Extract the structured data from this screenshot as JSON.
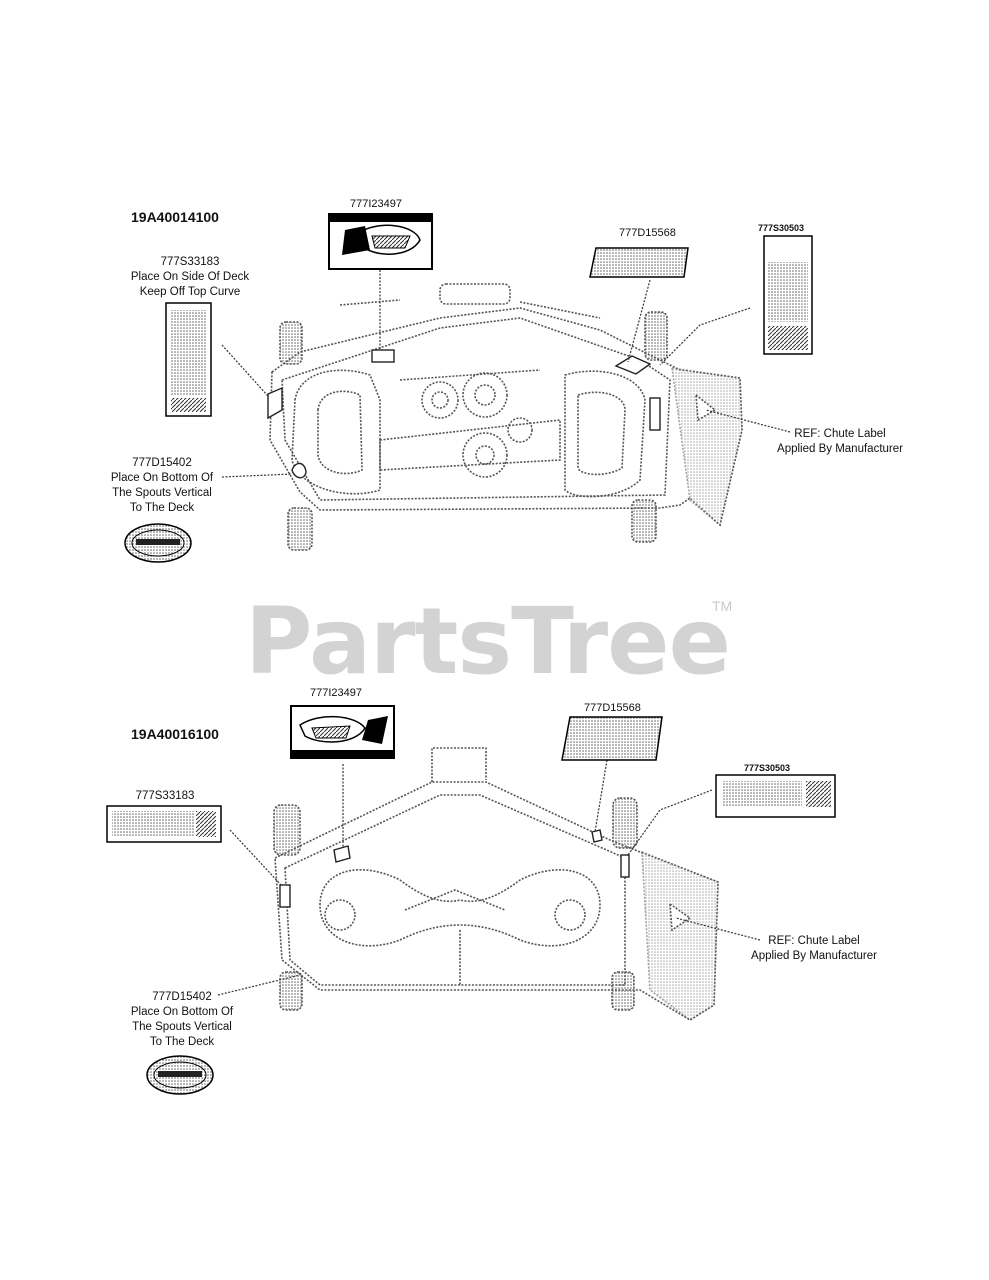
{
  "watermark": {
    "brand": "PartsTree",
    "tm": "TM"
  },
  "diagram_top": {
    "model": "19A40014100",
    "part_center_decal": "777I23497",
    "part_deck_size_decal": "777D15568",
    "part_right_warning": "777S30503",
    "side_decal": {
      "part": "777S33183",
      "line1": "Place On Side Of Deck",
      "line2": "Keep Off Top Curve"
    },
    "spout_decal": {
      "part": "777D15402",
      "line1": "Place On Bottom Of",
      "line2": "The Spouts Vertical",
      "line3": "To The Deck"
    },
    "chute": {
      "line1": "REF: Chute Label",
      "line2": "Applied By Manufacturer"
    }
  },
  "diagram_bottom": {
    "model": "19A40016100",
    "part_center_decal": "777I23497",
    "part_deck_size_decal": "777D15568",
    "part_right_warning": "777S30503",
    "side_decal": {
      "part": "777S33183"
    },
    "spout_decal": {
      "part": "777D15402",
      "line1": "Place On Bottom Of",
      "line2": "The Spouts Vertical",
      "line3": "To The Deck"
    },
    "chute": {
      "line1": "REF: Chute Label",
      "line2": "Applied By Manufacturer"
    }
  },
  "colors": {
    "line": "#333333",
    "stipple": "#888888",
    "watermark": "#d3d3d3"
  }
}
